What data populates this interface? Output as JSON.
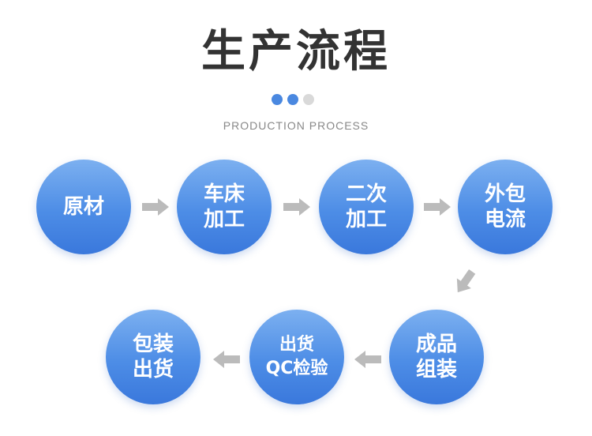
{
  "title": "生产流程",
  "subtitle": "PRODUCTION PROCESS",
  "dots": [
    "#4a88e0",
    "#4a88e0",
    "#d9d9d9"
  ],
  "steps": [
    {
      "lines": [
        "原材"
      ]
    },
    {
      "lines": [
        "车床",
        "加工"
      ]
    },
    {
      "lines": [
        "二次",
        "加工"
      ]
    },
    {
      "lines": [
        "外包",
        "电流"
      ]
    },
    {
      "lines": [
        "成品",
        "组装"
      ]
    },
    {
      "lines": [
        "出货",
        "QC检验"
      ]
    },
    {
      "lines": [
        "包装",
        "出货"
      ]
    }
  ],
  "colors": {
    "arrow": "#bbbbbb",
    "node_top": "#7cb0f0",
    "node_bottom": "#3a78dc"
  }
}
